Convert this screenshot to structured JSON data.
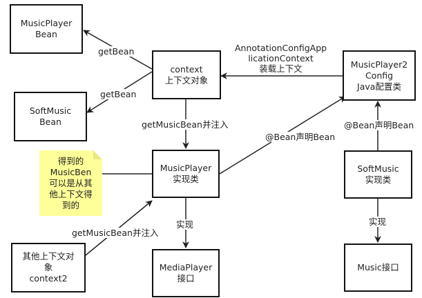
{
  "nodes": {
    "musicplayer_bean": [
      "MusicPlayer",
      "Bean"
    ],
    "softmusic_bean": [
      "SoftMusic",
      "Bean"
    ],
    "context": [
      "context",
      "上下文对象"
    ],
    "musicplayer2_config": [
      "MusicPlayer2",
      "Config",
      "Java配置类"
    ],
    "musicplayer_impl": [
      "MusicPlayer",
      "实现类"
    ],
    "softmusic_impl": [
      "SoftMusic",
      "实现类"
    ],
    "other_context": [
      "其他上下文对",
      "象",
      "context2"
    ],
    "mediaplayer_interface": [
      "MediaPlayer",
      "接口"
    ],
    "music_interface": [
      "Music接口"
    ]
  },
  "note": [
    "得到的",
    "MusicBen",
    "可以是从其",
    "他上下文得",
    "到的"
  ],
  "edge_labels": {
    "getbean_top": [
      "getBean"
    ],
    "getbean_bottom": [
      "getBean"
    ],
    "annotation_context": [
      "AnnotationConfigApp",
      "licationContext",
      "装载上下文"
    ],
    "get_inject_top": [
      "getMusicBean并注入"
    ],
    "bean_declare_left": [
      "@Bean声明Bean"
    ],
    "bean_declare_right": [
      "@Bean声明Bean"
    ],
    "get_inject_bottom": [
      "getMusicBean并注入"
    ],
    "impl_left": [
      "实现"
    ],
    "impl_right": [
      "实现"
    ]
  }
}
